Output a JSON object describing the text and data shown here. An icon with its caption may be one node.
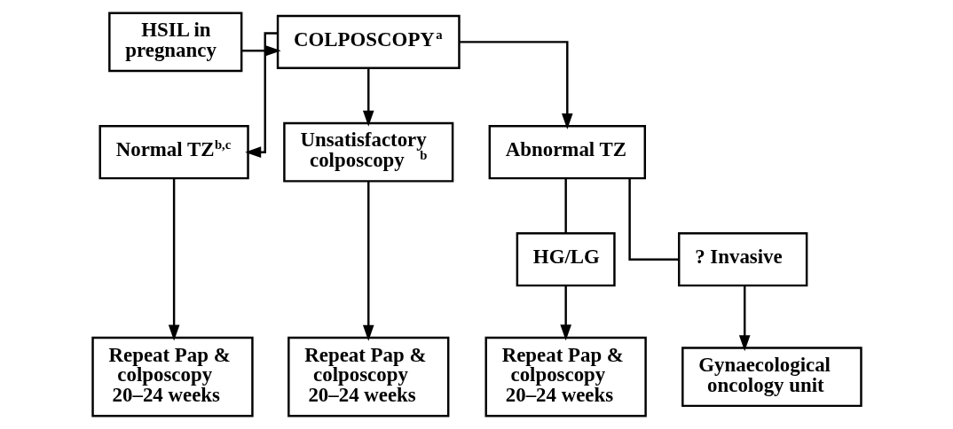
{
  "diagram": {
    "nodes": [
      {
        "text": [
          "HSIL in pregnancy"
        ]
      },
      {
        "text": [
          "COLPOSCOPY$^{a}$"
        ]
      },
      {
        "text": [
          "Normal TZ$^{b,c}$"
        ]
      },
      {
        "text": [
          "Unsatisfactory colposcopy$^{b}$"
        ]
      },
      {
        "text": [
          "Abnormal TZ"
        ]
      },
      {
        "text": [
          "HG/LG"
        ]
      },
      {
        "text": [
          "? Invasive"
        ]
      },
      {
        "text": [
          "Repeat Pap & colposcopy 20–24 weeks"
        ]
      },
      {
        "text": [
          "Repeat Pap & colposcopy 20–24 weeks"
        ]
      },
      {
        "text": [
          "Repeat Pap & colposcopy 20–24 weeks"
        ]
      },
      {
        "text": [
          "Gynaecological oncology unit"
        ]
      }
    ],
    "edges": [
      {
        "from": 0,
        "to": 1,
        "arrow": "to"
      },
      {
        "from": 1,
        "to": 2,
        "arrow": "to"
      },
      {
        "from": 1,
        "to": 3,
        "arrow": "to"
      },
      {
        "from": 1,
        "to": 4,
        "arrow": "to"
      },
      {
        "from": 2,
        "to": 7,
        "arrow": "to"
      },
      {
        "from": 3,
        "to": 8,
        "arrow": "to"
      },
      {
        "from": 4,
        "to": 5,
        "arrow": "none"
      },
      {
        "from": 4,
        "to": 6,
        "arrow": "none"
      },
      {
        "from": 5,
        "to": 9,
        "arrow": "to"
      },
      {
        "from": 6,
        "to": 10,
        "arrow": "to"
      }
    ]
  }
}
